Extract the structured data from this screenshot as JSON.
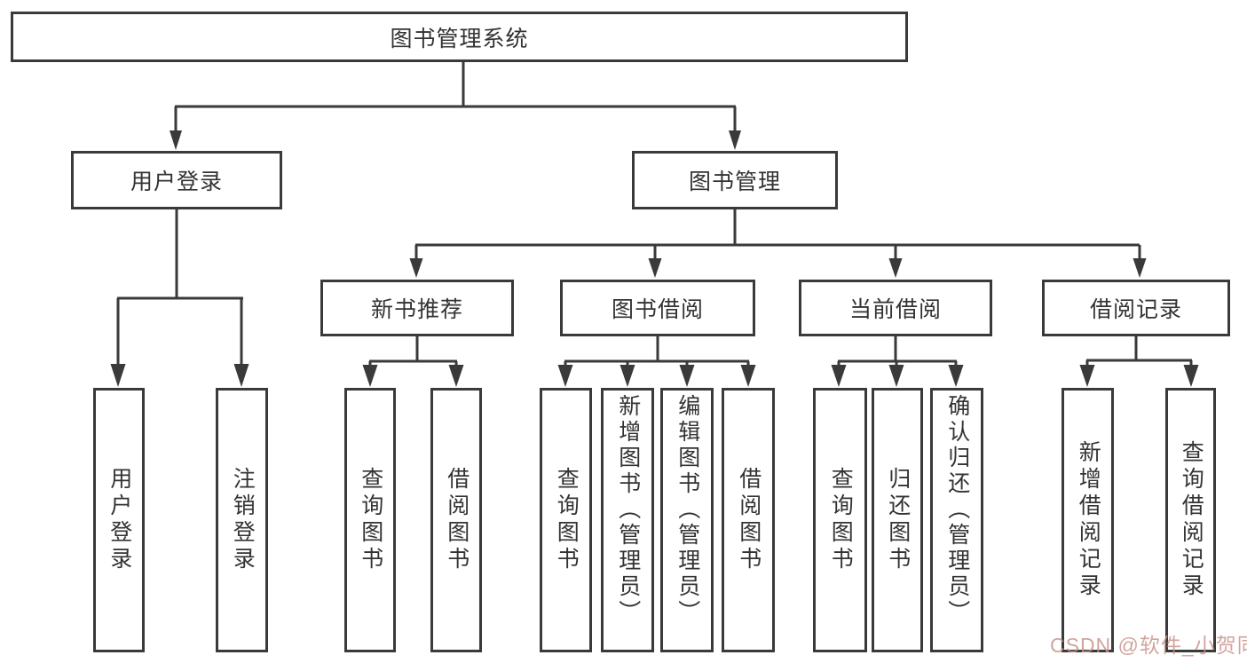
{
  "title": "图书管理系统",
  "colors": {
    "line": "#3a3a3a",
    "text": "#333333",
    "background": "#ffffff",
    "watermark": "#c79089"
  },
  "watermark": {
    "text": "CSDN @软件_小贺同学"
  },
  "nodes": {
    "root": "图书管理系统",
    "user_login": "用户登录",
    "book_management": "图书管理",
    "new_book_recommend": "新书推荐",
    "book_borrow": "图书借阅",
    "current_borrow": "当前借阅",
    "borrow_records": "借阅记录",
    "a1": "用户登录",
    "a2": "注销登录",
    "b1": "查询图书",
    "b2": "借阅图书",
    "c1": "查询图书",
    "c2": "新增图书（管理员）",
    "c3": "编辑图书（管理员）",
    "c4": "借阅图书",
    "d1": "查询图书",
    "d2": "归还图书",
    "d3": "确认归还（管理员）",
    "e1": "新增借阅记录",
    "e2": "查询借阅记录"
  },
  "tree": {
    "图书管理系统": {
      "用户登录": [
        "用户登录",
        "注销登录"
      ],
      "图书管理": {
        "新书推荐": [
          "查询图书",
          "借阅图书"
        ],
        "图书借阅": [
          "查询图书",
          "新增图书（管理员）",
          "编辑图书（管理员）",
          "借阅图书"
        ],
        "当前借阅": [
          "查询图书",
          "归还图书",
          "确认归还（管理员）"
        ],
        "借阅记录": [
          "新增借阅记录",
          "查询借阅记录"
        ]
      }
    }
  }
}
